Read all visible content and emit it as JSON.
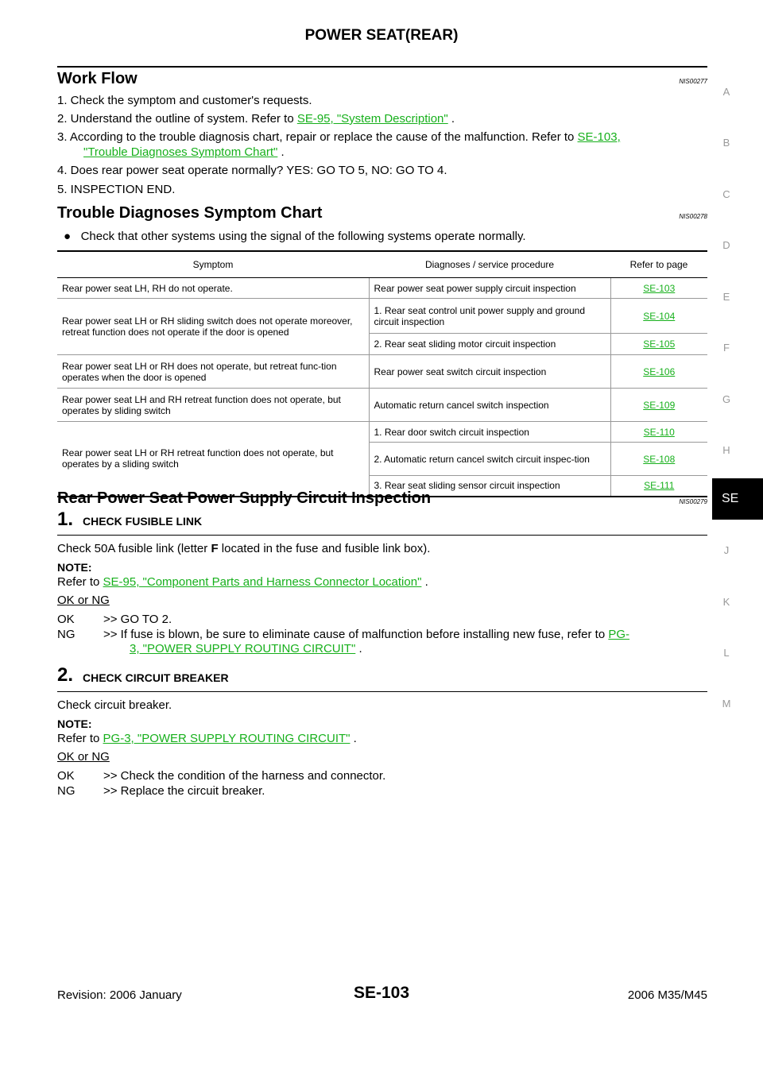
{
  "header": {
    "title": "POWER SEAT(REAR)"
  },
  "side_index": [
    "A",
    "B",
    "C",
    "D",
    "E",
    "F",
    "G",
    "H",
    "SE",
    "J",
    "K",
    "L",
    "M"
  ],
  "side_active": "SE",
  "work_flow": {
    "title": "Work Flow",
    "code": "NIS00277",
    "steps": [
      {
        "text": "1. Check the symptom and customer's requests."
      },
      {
        "pre": "2. Understand the outline of system. Refer to ",
        "link": "SE-95, \"System Description\"",
        "post": " ."
      },
      {
        "pre": "3. According to the trouble diagnosis chart, repair or replace the cause of the malfunction. Refer to ",
        "link1": "SE-103,",
        "link2": "\"Trouble Diagnoses Symptom Chart\"",
        "post": " ."
      },
      {
        "text": "4. Does rear power seat operate normally? YES: GO TO 5, NO: GO TO 4."
      },
      {
        "text": "5. INSPECTION END."
      }
    ]
  },
  "symptom_chart": {
    "title": "Trouble Diagnoses Symptom Chart",
    "code": "NIS00278",
    "bullet": "Check that other systems using the signal of the following systems operate normally.",
    "headers": [
      "Symptom",
      "Diagnoses / service procedure",
      "Refer to page"
    ],
    "rows": [
      {
        "symptom": "Rear power seat LH, RH do not operate.",
        "procedure": "Rear power seat power supply circuit inspection",
        "ref": "SE-103"
      },
      {
        "symptom": "Rear power seat LH or RH sliding switch does not operate moreover, retreat function  does not operate if the door is opened",
        "procedure": "1. Rear seat control unit power supply and ground circuit inspection",
        "ref": "SE-104"
      },
      {
        "procedure": "2. Rear seat sliding motor circuit inspection",
        "ref": "SE-105"
      },
      {
        "symptom": "Rear power seat LH or RH does not operate, but retreat func-tion operates when the door is opened",
        "procedure": "Rear power seat switch circuit inspection",
        "ref": "SE-106"
      },
      {
        "symptom": "Rear power seat LH and RH retreat function does not operate, but operates by sliding switch",
        "procedure": "Automatic return cancel switch inspection",
        "ref": "SE-109"
      },
      {
        "symptom": "Rear power seat LH or RH retreat function does not operate, but operates by a sliding switch",
        "procedure": "1. Rear door switch circuit inspection",
        "ref": "SE-110"
      },
      {
        "procedure": "2. Automatic return cancel switch circuit inspec-tion",
        "ref": "SE-108"
      },
      {
        "procedure": "3. Rear seat sliding sensor circuit inspection",
        "ref": "SE-111"
      }
    ]
  },
  "inspection": {
    "title": "Rear Power Seat Power Supply Circuit Inspection",
    "code": "NIS00279",
    "step1": {
      "num": "1.",
      "title": "CHECK FUSIBLE LINK",
      "text_pre": "Check 50A fusible link (letter ",
      "letter": "F",
      "text_post": "  located in the fuse and fusible link box).",
      "note_label": "NOTE:",
      "note_pre": "Refer to ",
      "note_link": "SE-95, \"Component Parts and Harness Connector Location\"",
      "note_post": " .",
      "okng": "OK or NG",
      "ok_label": "OK",
      "ok_text": ">> GO TO 2.",
      "ng_label": "NG",
      "ng_text": ">> If fuse is blown, be sure to eliminate cause of malfunction before installing new fuse, refer to ",
      "ng_link1": "PG-",
      "ng_link2": "3, \"POWER SUPPLY ROUTING CIRCUIT\"",
      "ng_post": " ."
    },
    "step2": {
      "num": "2.",
      "title": "CHECK CIRCUIT BREAKER",
      "text": "Check circuit breaker.",
      "note_label": "NOTE:",
      "note_pre": "Refer to ",
      "note_link": "PG-3, \"POWER SUPPLY ROUTING CIRCUIT\"",
      "note_post": " .",
      "okng": "OK or NG",
      "ok_label": "OK",
      "ok_text": ">> Check the condition of the harness and connector.",
      "ng_label": "NG",
      "ng_text": ">> Replace the circuit breaker."
    }
  },
  "footer": {
    "revision": "Revision: 2006 January",
    "page": "SE-103",
    "model": "2006 M35/M45"
  },
  "colors": {
    "link": "#17b01c"
  }
}
